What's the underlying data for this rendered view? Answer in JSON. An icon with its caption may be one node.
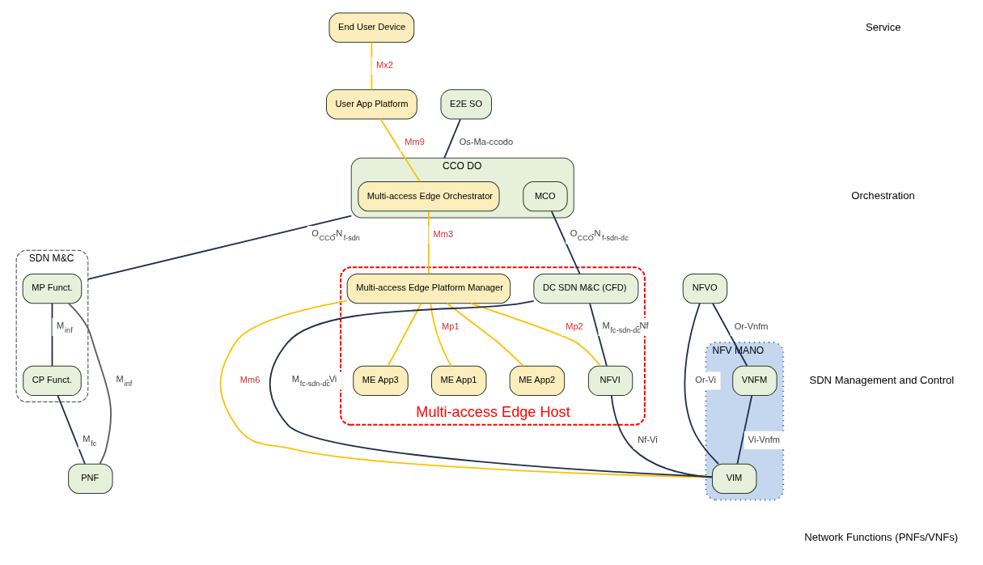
{
  "diagram": {
    "nodes": [
      {
        "text": [
          "End User Device"
        ]
      },
      {
        "text": [
          "User App Platform"
        ]
      },
      {
        "text": [
          "E2E SO"
        ]
      },
      {
        "text": [
          "CCO DO"
        ]
      },
      {
        "text": [
          "Multi-access Edge Orchestrator"
        ],
        "in": 3
      },
      {
        "text": [
          "MCO"
        ],
        "in": 3
      },
      {
        "text": [
          "NFV MANO"
        ]
      },
      {
        "text": [
          "NFVO"
        ]
      },
      {
        "text": [
          "SDN M&C"
        ]
      },
      {
        "text": [
          "MP Funct."
        ],
        "in": 8
      },
      {
        "text": [
          "CP Funct."
        ],
        "in": 8
      },
      {
        "text": [
          "Multi-access Edge Host"
        ]
      },
      {
        "text": [
          "Multi-access Edge Platform Manager"
        ],
        "in": 11
      },
      {
        "text": [
          "DC SDN M&C (CFD)"
        ],
        "in": 11
      },
      {
        "text": [
          "ME App1"
        ],
        "in": 11
      },
      {
        "text": [
          "ME App2"
        ],
        "in": 11
      },
      {
        "text": [
          "ME App3"
        ],
        "in": 11
      },
      {
        "text": [
          "NFVI"
        ],
        "in": 11
      },
      {
        "text": [
          "VNFM"
        ],
        "in": 6
      },
      {
        "text": [
          "VIM"
        ],
        "in": 6
      },
      {
        "text": [
          "PNF"
        ]
      }
    ],
    "edges": [
      {
        "from": 0,
        "to": 1,
        "arrow": "none",
        "label": "Mx2",
        "color": "#ffc000"
      },
      {
        "from": 1,
        "to": 4,
        "arrow": "none",
        "label": "Mm9",
        "color": "#ffc000"
      },
      {
        "from": 2,
        "to": 3,
        "arrow": "none",
        "label": "Os-Ma-ccodo"
      },
      {
        "from": 3,
        "to": 8,
        "arrow": "none",
        "label": "O$_{CCO}$-N$_{f-sdn}$"
      },
      {
        "from": 4,
        "to": 12,
        "arrow": "none",
        "label": "Mm3",
        "color": "#ffc000"
      },
      {
        "from": 5,
        "to": 13,
        "arrow": "none",
        "label": "O$_{CCO}$-N$_{f-sdn-dc}$"
      },
      {
        "from": 9,
        "to": 10,
        "arrow": "none",
        "label": "M$_{inf}$"
      },
      {
        "from": 9,
        "to": 20,
        "arrow": "none",
        "label": "M$_{inf}$",
        "color": "#595959"
      },
      {
        "from": 10,
        "to": 20,
        "arrow": "none",
        "label": "M$_{fc}$"
      },
      {
        "from": 12,
        "to": 14,
        "arrow": "none",
        "label": "Mp1",
        "color": "#ffc000"
      },
      {
        "from": 12,
        "to": 15,
        "arrow": "none",
        "color": "#ffc000"
      },
      {
        "from": 12,
        "to": 16,
        "arrow": "none",
        "color": "#ffc000"
      },
      {
        "from": 12,
        "to": 17,
        "arrow": "none",
        "label": "Mp2",
        "color": "#ffc000"
      },
      {
        "from": 12,
        "to": 19,
        "arrow": "none",
        "label": "Mm6",
        "color": "#ffc000"
      },
      {
        "from": 13,
        "to": 17,
        "arrow": "none",
        "label": "M$_{fc-sdn-dc}$-Nf"
      },
      {
        "from": 13,
        "to": 19,
        "arrow": "none",
        "label": "M$_{fc-sdn-dc}$-Vi"
      },
      {
        "from": 7,
        "to": 18,
        "arrow": "none",
        "label": "Or-Vnfm"
      },
      {
        "from": 18,
        "to": 19,
        "arrow": "none",
        "label": "Vi-Vnfm"
      },
      {
        "from": 7,
        "to": 19,
        "arrow": "none",
        "label": "Or-Vi"
      },
      {
        "from": 17,
        "to": 19,
        "arrow": "none",
        "label": "Nf-Vi"
      }
    ],
    "labels": [
      "Service",
      "Orchestration",
      "SDN Management and Control",
      "Network Functions (PNFs/VNFs)"
    ]
  }
}
